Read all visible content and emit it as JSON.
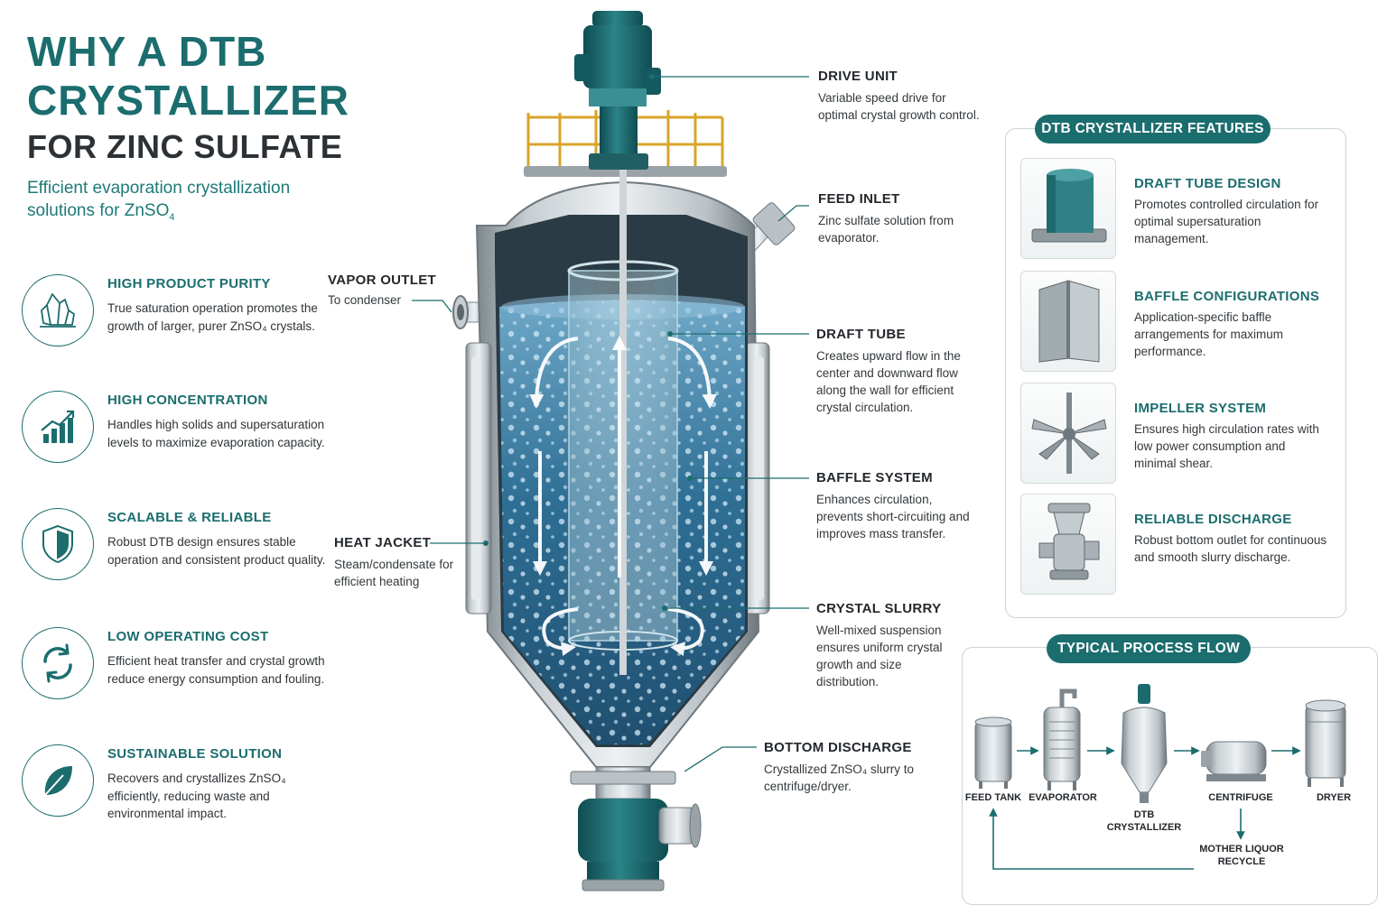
{
  "title": {
    "line1": "WHY A DTB",
    "line2": "CRYSTALLIZER",
    "line3": "FOR ZINC SULFATE",
    "subtitle_line1": "Efficient evaporation crystallization",
    "subtitle_line2": "solutions for ZnSO",
    "subtitle_sub": "4"
  },
  "benefits": [
    {
      "icon": "crystal-icon",
      "title": "HIGH PRODUCT PURITY",
      "text": "True saturation operation promotes the growth of larger, purer ZnSO₄ crystals."
    },
    {
      "icon": "growth-chart-icon",
      "title": "HIGH CONCENTRATION",
      "text": "Handles high solids and supersaturation levels to maximize evaporation capacity."
    },
    {
      "icon": "shield-icon",
      "title": "SCALABLE & RELIABLE",
      "text": "Robust DTB design ensures stable operation and consistent product quality."
    },
    {
      "icon": "recycle-arrows-icon",
      "title": "LOW OPERATING COST",
      "text": "Efficient heat transfer and crystal growth reduce energy consumption and fouling."
    },
    {
      "icon": "leaf-icon",
      "title": "SUSTAINABLE SOLUTION",
      "text": "Recovers and crystallizes ZnSO₄ efficiently, reducing waste and environmental impact."
    }
  ],
  "callouts": {
    "drive_unit": {
      "title": "DRIVE UNIT",
      "text": "Variable speed drive for optimal crystal growth control."
    },
    "feed_inlet": {
      "title": "FEED INLET",
      "text": "Zinc sulfate solution from evaporator."
    },
    "vapor_outlet": {
      "title": "VAPOR OUTLET",
      "text": "To condenser"
    },
    "draft_tube": {
      "title": "DRAFT TUBE",
      "text": "Creates upward flow in the center and downward flow along the wall for efficient crystal circulation."
    },
    "baffle_system": {
      "title": "BAFFLE SYSTEM",
      "text": "Enhances circulation, prevents short-circuiting and improves mass transfer."
    },
    "heat_jacket": {
      "title": "HEAT JACKET",
      "text": "Steam/condensate for efficient heating"
    },
    "crystal_slurry": {
      "title": "CRYSTAL SLURRY",
      "text": "Well-mixed suspension ensures uniform crystal growth and size distribution."
    },
    "bottom_discharge": {
      "title": "BOTTOM DISCHARGE",
      "text": "Crystallized ZnSO₄ slurry to centrifuge/dryer."
    }
  },
  "features": {
    "heading": "DTB CRYSTALLIZER FEATURES",
    "items": [
      {
        "icon": "draft-tube-icon",
        "title": "DRAFT TUBE DESIGN",
        "text": "Promotes controlled circulation for optimal supersaturation management."
      },
      {
        "icon": "baffle-icon",
        "title": "BAFFLE CONFIGURATIONS",
        "text": "Application-specific baffle arrangements for maximum performance."
      },
      {
        "icon": "impeller-icon",
        "title": "IMPELLER SYSTEM",
        "text": "Ensures high circulation rates with low power consumption and minimal shear."
      },
      {
        "icon": "discharge-valve-icon",
        "title": "RELIABLE DISCHARGE",
        "text": "Robust bottom outlet for continuous and smooth slurry discharge."
      }
    ]
  },
  "process": {
    "heading": "TYPICAL PROCESS FLOW",
    "feed_tank": "FEED TANK",
    "evaporator": "EVAPORATOR",
    "crystallizer_l1": "DTB",
    "crystallizer_l2": "CRYSTALLIZER",
    "centrifuge": "CENTRIFUGE",
    "dryer": "DRYER",
    "recycle_l1": "MOTHER LIQUOR",
    "recycle_l2": "RECYCLE"
  },
  "colors": {
    "teal": "#1b6d6e",
    "dark_text": "#24282c",
    "steel": "#a9b1b6",
    "liquid": "#2f6f95"
  }
}
